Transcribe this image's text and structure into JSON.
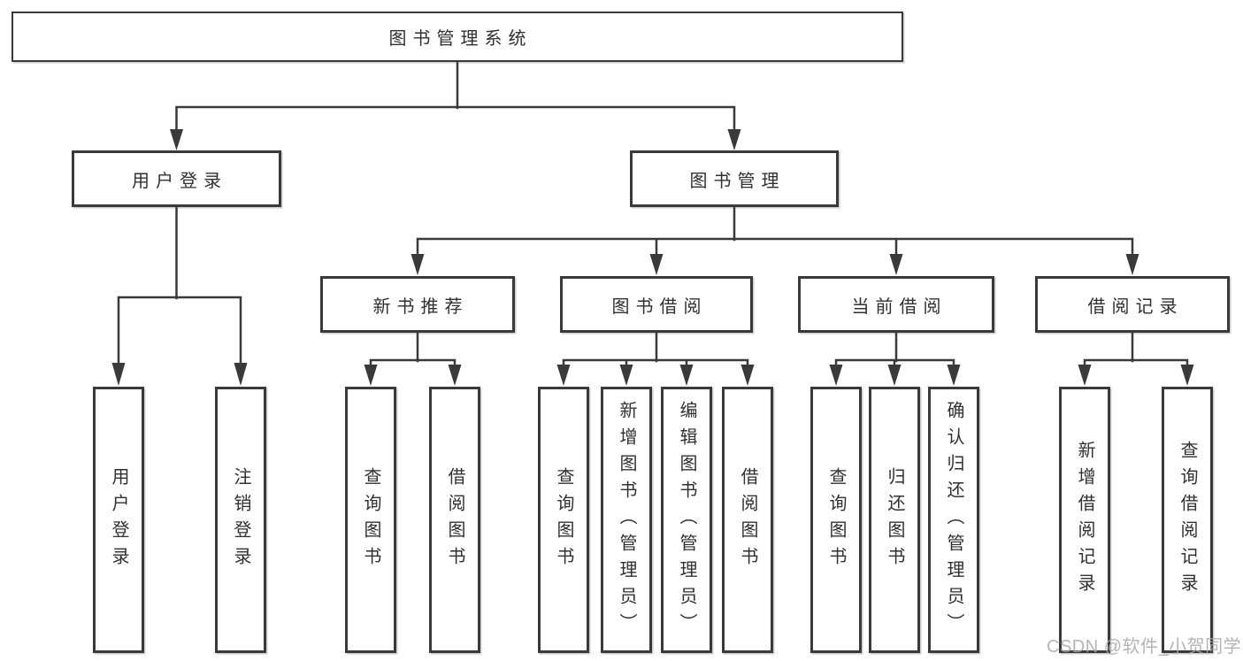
{
  "diagram": {
    "root": {
      "label": "图书管理系统"
    },
    "branches": [
      {
        "label": "用户登录",
        "children": [
          {
            "label": "用户登录"
          },
          {
            "label": "注销登录"
          }
        ]
      },
      {
        "label": "图书管理",
        "children": [
          {
            "label": "新书推荐",
            "children": [
              {
                "label": "查询图书"
              },
              {
                "label": "借阅图书"
              }
            ]
          },
          {
            "label": "图书借阅",
            "children": [
              {
                "label": "查询图书"
              },
              {
                "label": "新增图书（管理员）"
              },
              {
                "label": "编辑图书（管理员）"
              },
              {
                "label": "借阅图书"
              }
            ]
          },
          {
            "label": "当前借阅",
            "children": [
              {
                "label": "查询图书"
              },
              {
                "label": "归还图书"
              },
              {
                "label": "确认归还（管理员）"
              }
            ]
          },
          {
            "label": "借阅记录",
            "children": [
              {
                "label": "新增借阅记录"
              },
              {
                "label": "查询借阅记录"
              }
            ]
          }
        ]
      }
    ]
  },
  "watermark": {
    "text": "CSDN @软件_小贺同学"
  },
  "colors": {
    "line": "#3a3a3a",
    "box_border": "#3a3a3a",
    "box_background": "#ffffff",
    "text": "#303030",
    "watermark": "#a8a8a8"
  }
}
